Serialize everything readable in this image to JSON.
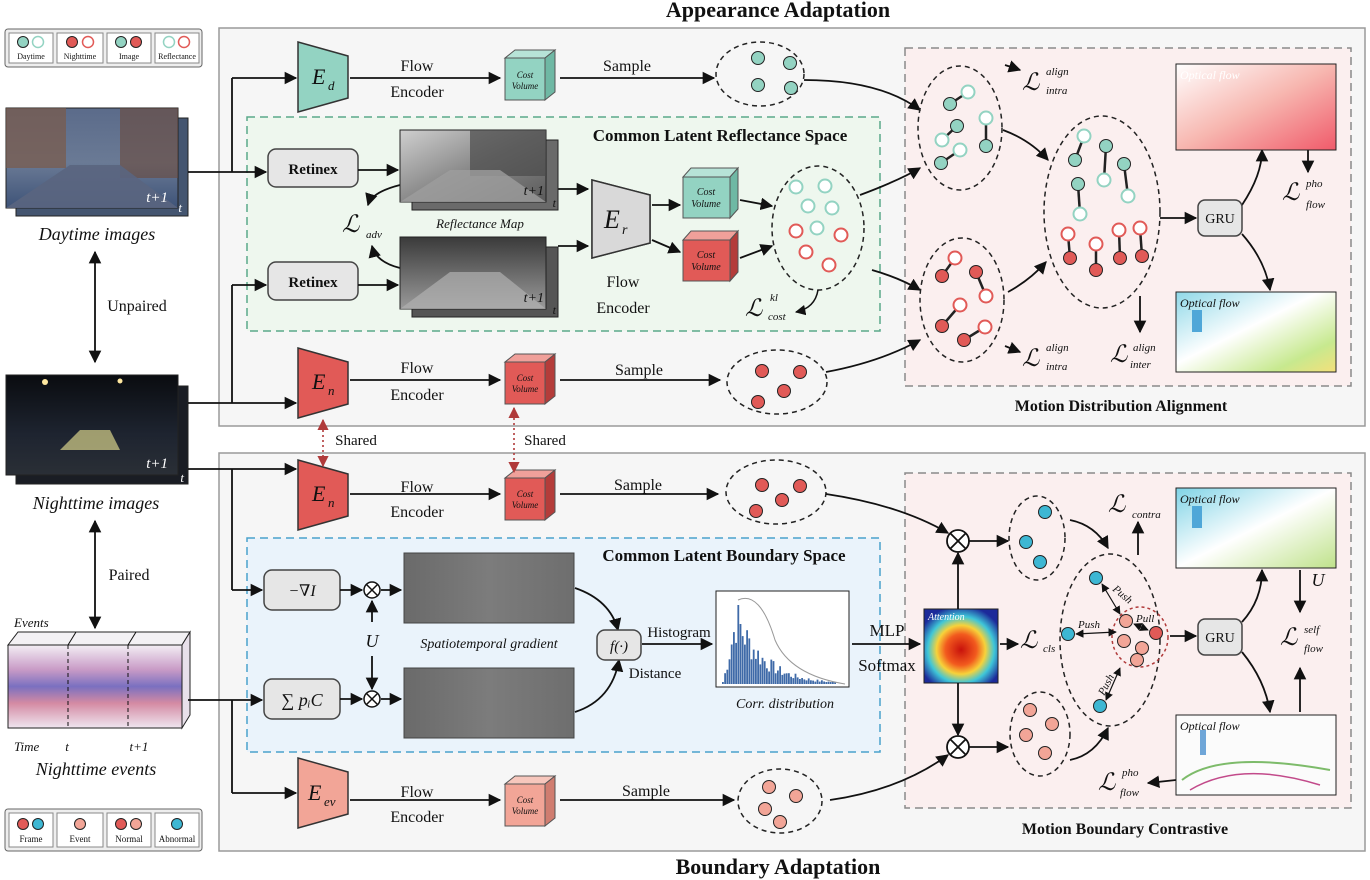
{
  "titles": {
    "top": "Appearance Adaptation",
    "bottom": "Boundary Adaptation",
    "reflectance_space": "Common Latent Reflectance Space",
    "boundary_space": "Common Latent Boundary Space",
    "alignment": "Motion Distribution Alignment",
    "contrastive": "Motion Boundary Contrastive"
  },
  "legend_top": [
    "Daytime",
    "Nighttime",
    "Image",
    "Reflectance"
  ],
  "legend_bottom": [
    "Frame",
    "Event",
    "Normal",
    "Abnormal"
  ],
  "inputs": {
    "daytime_caption": "Daytime images",
    "nighttime_caption": "Nighttime images",
    "events_caption": "Nighttime events",
    "unpaired": "Unpaired",
    "paired": "Paired",
    "t": "t",
    "t1": "t+1",
    "events_label": "Events",
    "time_label": "Time"
  },
  "encoders": {
    "Ed": "E",
    "Ed_sub": "d",
    "En": "E",
    "En_sub": "n",
    "Er": "E",
    "Er_sub": "r",
    "Eev": "E",
    "Eev_sub": "ev"
  },
  "blocks": {
    "flow": "Flow",
    "encoder": "Encoder",
    "flow_encoder": "Flow Encoder",
    "sample": "Sample",
    "cost_volume_1": "Cost",
    "cost_volume_2": "Volume",
    "retinex": "Retinex",
    "reflectance_map": "Reflectance Map",
    "shared": "Shared",
    "gru": "GRU",
    "optical_flow": "Optical flow",
    "grad": "−∇I",
    "sum": "∑ pᵢC",
    "U": "U",
    "f": "f(·)",
    "histogram": "Histogram",
    "distance": "Distance",
    "spatio_grad": "Spatiotemporal gradient",
    "corr_dist": "Corr. distribution",
    "mlp": "MLP",
    "softmax": "Softmax",
    "attention": "Attention",
    "push": "Push",
    "pull": "Pull"
  },
  "losses": {
    "L": "ℒ",
    "adv": "adv",
    "kl": "kl",
    "cost": "cost",
    "align": "align",
    "intra": "intra",
    "inter": "inter",
    "pho": "pho",
    "flow": "flow",
    "self": "self",
    "contra": "contra",
    "cls": "cls"
  },
  "colors": {
    "teal": "#93d3c2",
    "red": "#e15a57",
    "salmon": "#f2a597",
    "blue": "#3db7d3",
    "panel_bg": "#f6f6f6",
    "reflect_bg": "#eef7ee",
    "boundary_bg": "#eaf3fb"
  }
}
